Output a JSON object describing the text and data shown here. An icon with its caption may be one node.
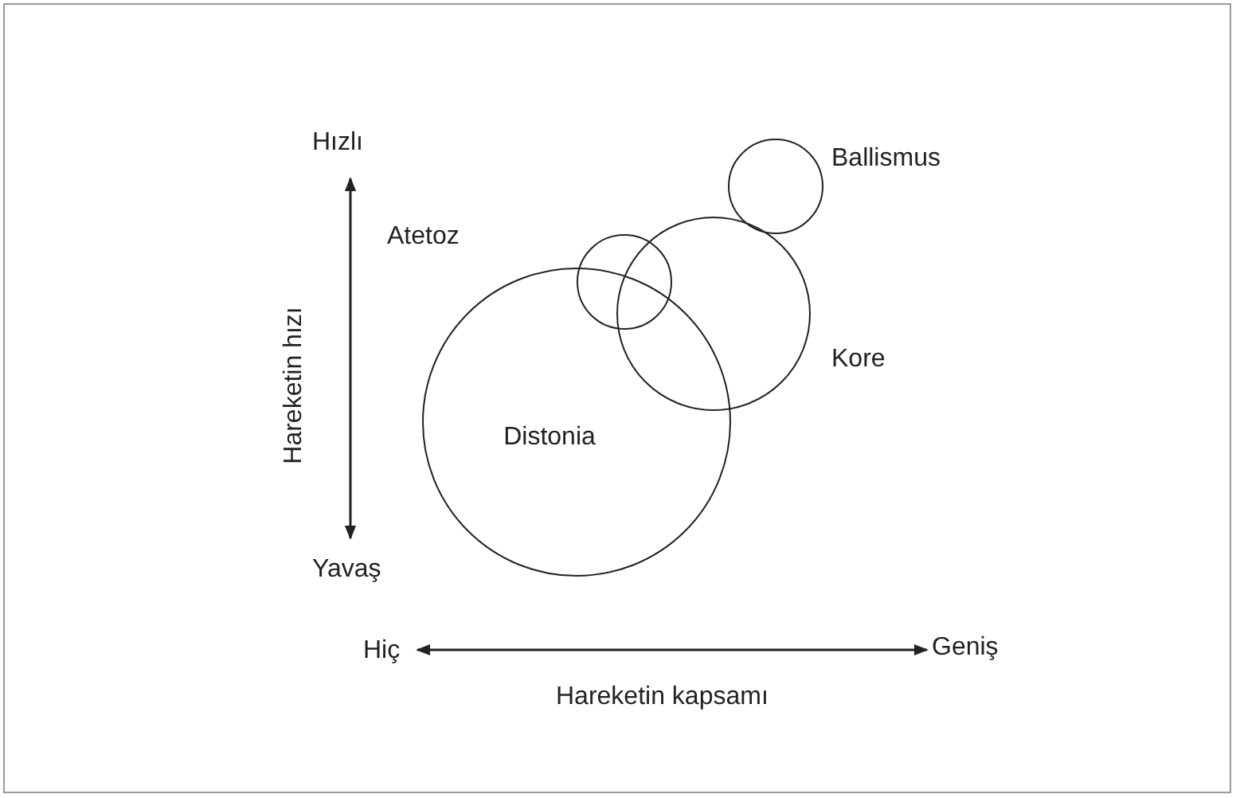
{
  "diagram": {
    "nodes": [
      {
        "text": [],
        "shape": "circle",
        "beside": [
          "Ballismus"
        ]
      },
      {
        "text": [],
        "shape": "circle"
      },
      {
        "text": [],
        "shape": "circle",
        "beside": [
          "Kore"
        ]
      },
      {
        "text": [
          "Distonia"
        ]
      }
    ],
    "labels": [
      "Atetoz",
      "Hızlı",
      "Hareketin hızı",
      "Yavaş",
      "Hiç",
      "Geniş",
      "Hareketin kapsamı"
    ]
  }
}
